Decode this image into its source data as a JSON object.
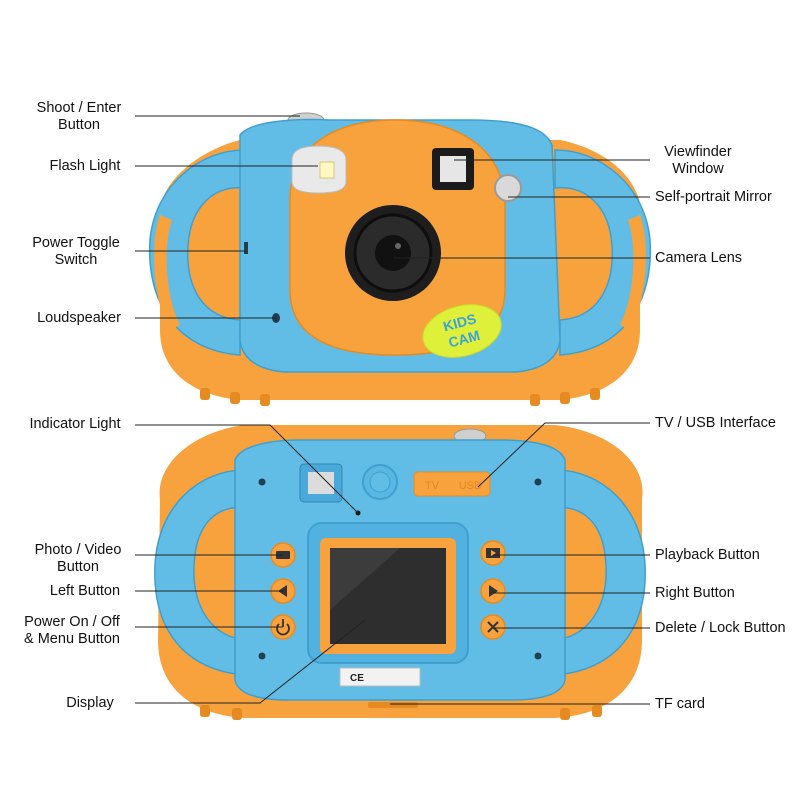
{
  "colors": {
    "body_blue": "#62bde6",
    "body_blue_dark": "#3f9fce",
    "accent_orange": "#f7a23c",
    "orange_dark": "#e58b22",
    "lens_black": "#141414",
    "sticker_yellow": "#dff03a",
    "sticker_text": "#3aa3d8",
    "leader_line": "#222222"
  },
  "front": {
    "sticker": {
      "line1": "KIDS",
      "line2": "CAM"
    },
    "labels": {
      "shoot_enter": [
        "Shoot / Enter",
        "Button"
      ],
      "flash_light": [
        "Flash Light"
      ],
      "power_toggle": [
        "Power Toggle",
        "Switch"
      ],
      "loudspeaker": [
        "Loudspeaker"
      ],
      "viewfinder_window": [
        "Viewfinder",
        "Window"
      ],
      "self_portrait_mirror": [
        "Self-portrait Mirror"
      ],
      "camera_lens": [
        "Camera Lens"
      ]
    }
  },
  "back": {
    "port_text": {
      "tv": "TV",
      "usb": "USB"
    },
    "ce_mark": "CE",
    "labels": {
      "indicator_light": [
        "Indicator Light"
      ],
      "photo_video": [
        "Photo / Video",
        "Button"
      ],
      "left_button": [
        "Left Button"
      ],
      "power_menu": [
        "Power On / Off",
        "& Menu Button"
      ],
      "display": [
        "Display"
      ],
      "tv_usb": [
        "TV / USB Interface"
      ],
      "playback": [
        "Playback Button"
      ],
      "right_button": [
        "Right Button"
      ],
      "delete_lock": [
        "Delete / Lock Button"
      ],
      "tf_card": [
        "TF card"
      ]
    }
  },
  "icons": {
    "mode": "photo-video-icon",
    "left": "arrow-left-icon",
    "power": "power-icon",
    "playback": "playback-icon",
    "right": "arrow-right-icon",
    "delete": "delete-x-icon"
  }
}
